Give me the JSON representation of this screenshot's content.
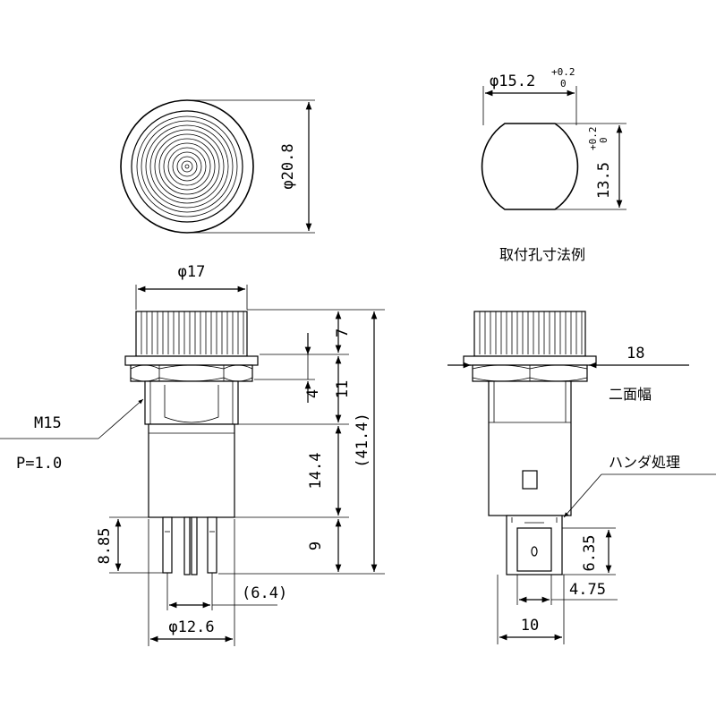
{
  "top_view": {
    "diameter": "φ20.8"
  },
  "mounting_hole": {
    "diameter": "φ15.2",
    "diameter_tol_upper": "+0.2",
    "diameter_tol_lower": "0",
    "flat": "13.5",
    "flat_tol_upper": "+0.2",
    "flat_tol_lower": "0",
    "caption": "取付孔寸法例"
  },
  "front_view": {
    "cap_diameter": "φ17",
    "thread": "M15",
    "pitch": "P=1.0",
    "dim_cap_height": "7",
    "dim_nut": "4",
    "dim_thread": "11",
    "dim_body": "14.4",
    "dim_terminal": "9",
    "dim_overall": "(41.4)",
    "dim_terminal_left": "8.85",
    "dim_terminal_pitch": "(6.4)",
    "dim_body_diameter": "φ12.6"
  },
  "side_view": {
    "across_flats": "18",
    "across_flats_label": "二面幅",
    "solder_label": "ハンダ処理",
    "dim_terminal_height": "6.35",
    "dim_terminal_offset": "4.75",
    "dim_width": "10"
  }
}
